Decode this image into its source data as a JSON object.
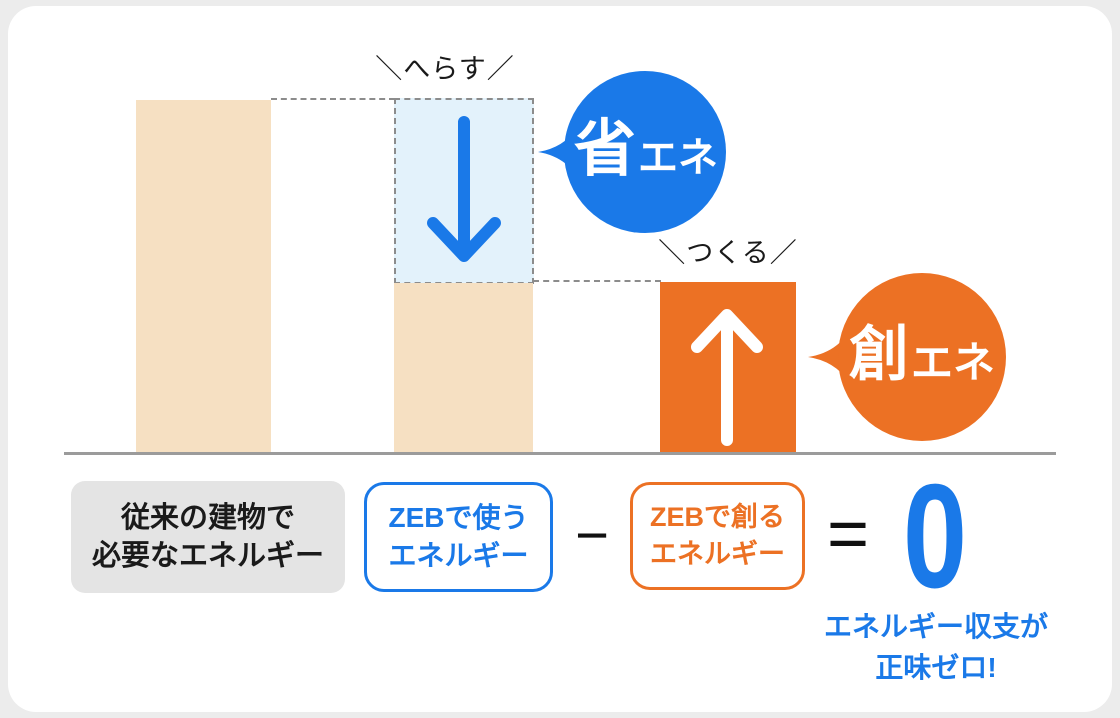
{
  "diagram": {
    "title_meaning": "ZEB energy balance diagram",
    "reduce_callout": "＼へらす／",
    "create_callout": "＼つくる／",
    "save_bubble": {
      "emphasis": "省",
      "rest": "エネ"
    },
    "create_bubble": {
      "emphasis": "創",
      "rest": "エネ"
    },
    "icons": {
      "reduce_arrow": "↓",
      "create_arrow": "↑",
      "save_bubble_tail": "left-pointing-tail",
      "create_bubble_tail": "left-pointing-tail"
    }
  },
  "equation": {
    "conventional": {
      "line1": "従来の建物で",
      "line2": "必要なエネルギー"
    },
    "zeb_use": {
      "line1": "ZEBで使う",
      "line2": "エネルギー"
    },
    "minus": "−",
    "zeb_create": {
      "line1": "ZEBで創る",
      "line2": "エネルギー"
    },
    "equals": "=",
    "zero": "0",
    "caption": {
      "line1": "エネルギー収支が",
      "line2": "正味ゼロ!"
    }
  },
  "colors": {
    "blue": "#1A79E8",
    "orange": "#EC7124",
    "beige": "#F6E0C2",
    "light_blue_fill": "#E3F2FB",
    "dash_gray": "#8C8C8C",
    "baseline_gray": "#9B9B9B",
    "label_box_gray": "#E4E4E4",
    "text_black": "#1A1A1A",
    "card_background": "#FFFFFF",
    "page_background": "#ECECEC"
  }
}
